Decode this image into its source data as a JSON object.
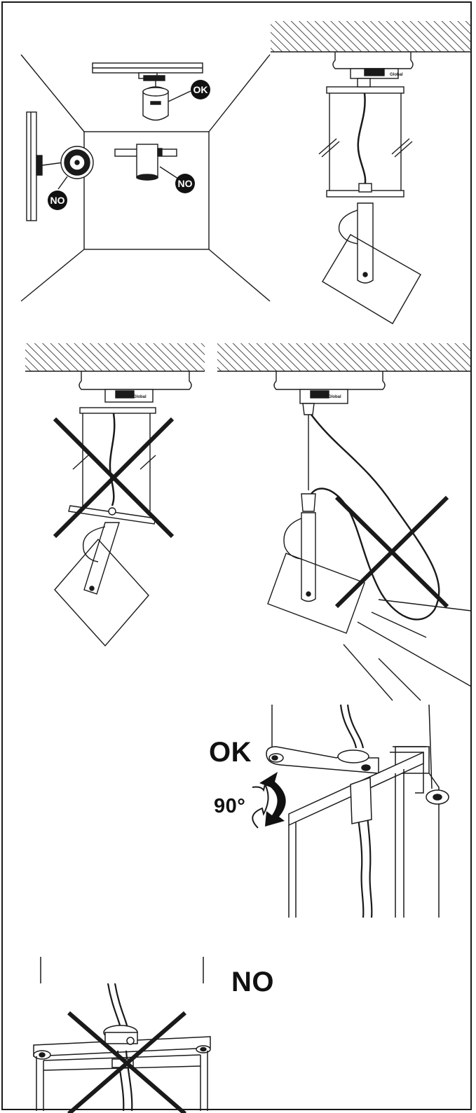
{
  "badges": {
    "ok": "OK",
    "no_wall": "NO",
    "no_recessed": "NO"
  },
  "labels": {
    "ok_big": "OK",
    "angle": "90°",
    "no_big": "NO"
  },
  "adapter_brand": "Global",
  "colors": {
    "ink": "#1a1a1a",
    "hatch": "#222222",
    "badge_fill": "#111111",
    "badge_text": "#ffffff"
  },
  "icons": [
    "cross-out-mark",
    "rotate-arrow-icon",
    "ceiling-hatch",
    "track-adapter-icon"
  ]
}
